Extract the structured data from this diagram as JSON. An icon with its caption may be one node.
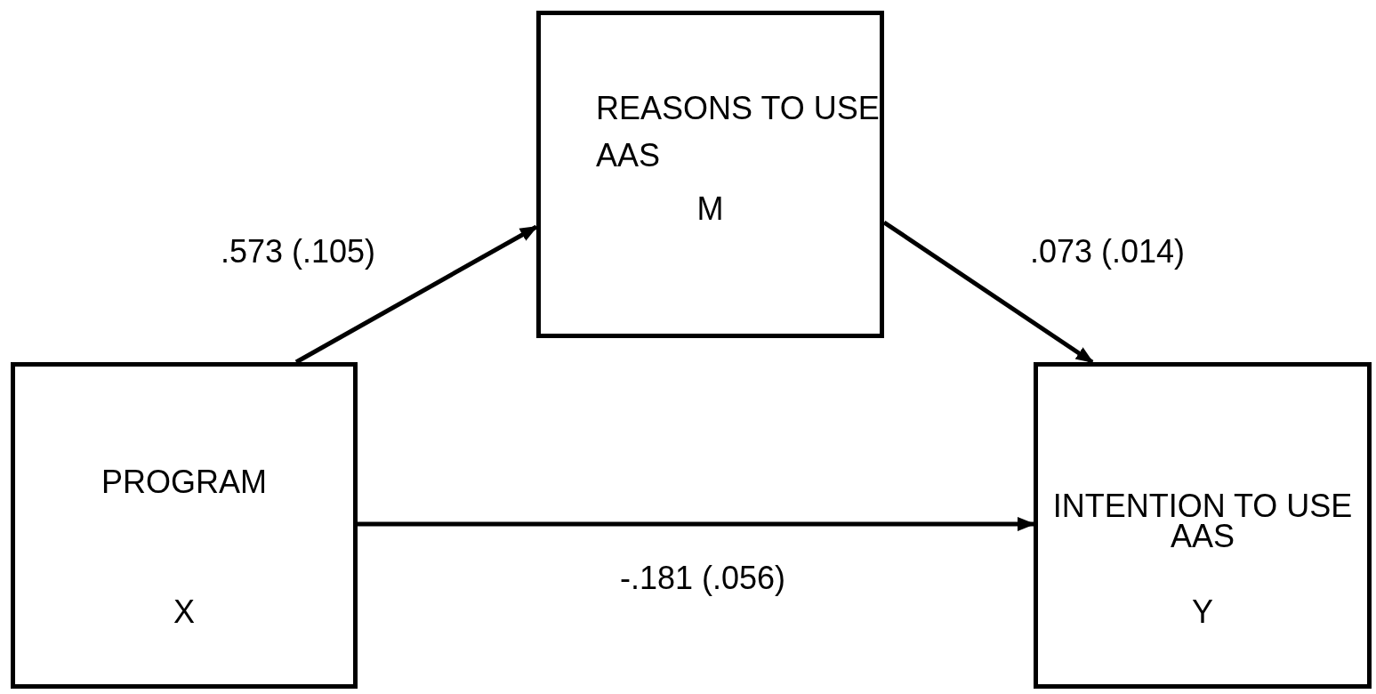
{
  "diagram": {
    "nodes": [
      {
        "text": [
          "PROGRAM",
          "X"
        ]
      },
      {
        "text": [
          "REASONS TO USE AAS",
          "M"
        ]
      },
      {
        "text": [
          "INTENTION TO USE AAS",
          "Y"
        ]
      }
    ],
    "edges": [
      {
        "from": 0,
        "to": 1,
        "arrow": "to",
        "label": ".573 (.105)"
      },
      {
        "from": 1,
        "to": 2,
        "arrow": "to",
        "label": ".073 (.014)"
      },
      {
        "from": 0,
        "to": 2,
        "arrow": "to",
        "label": "-.181 (.056)"
      }
    ]
  }
}
